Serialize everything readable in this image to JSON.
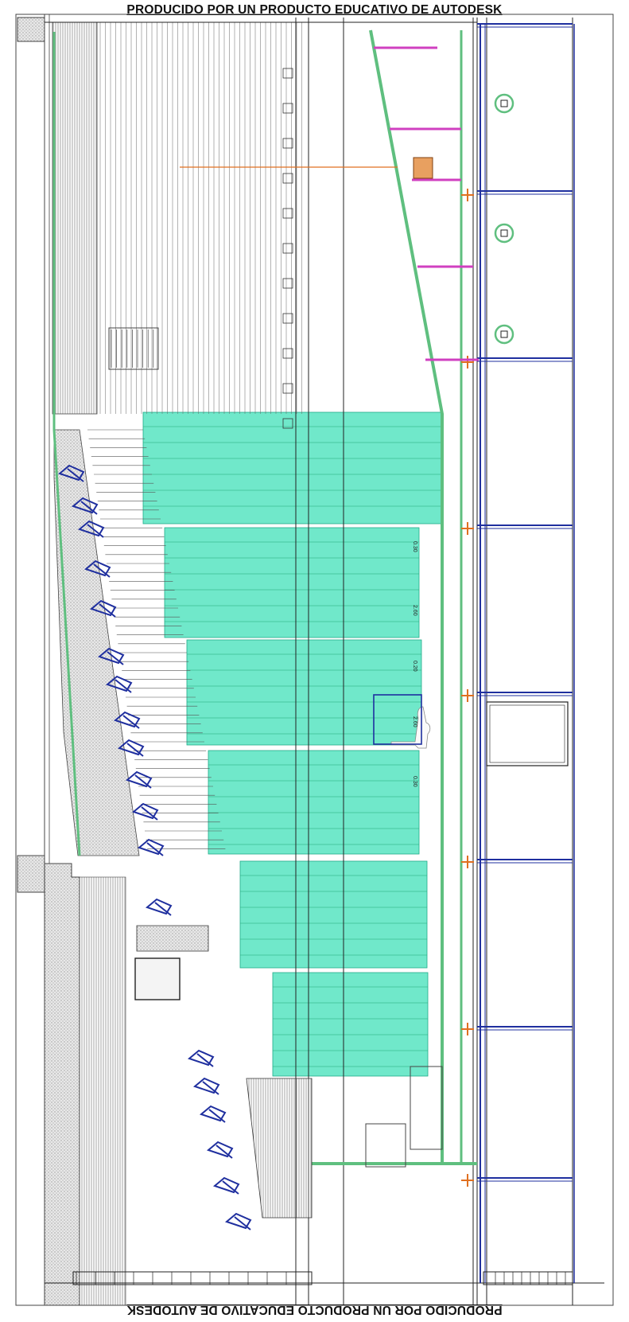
{
  "watermark": {
    "top": "PRODUCIDO POR UN PRODUCTO EDUCATIVO DE AUTODESK",
    "bottom": "PRODUCIDO POR UN PRODUCTO EDUCATIVO DE AUTODESK"
  },
  "colors": {
    "line": "#444444",
    "dim": "#222222",
    "wall_green": "#5fbf7f",
    "glass_fill": "#40e0b8",
    "blue": "#1f2f9f",
    "magenta": "#d040c0",
    "orange": "#e07020",
    "hatch": "#9a9a9a"
  },
  "drawing": {
    "type": "architectural-section",
    "labels": {
      "row_levels": [
        "0.30",
        "2.60",
        "0.20",
        "2.60",
        "0.30"
      ]
    }
  }
}
